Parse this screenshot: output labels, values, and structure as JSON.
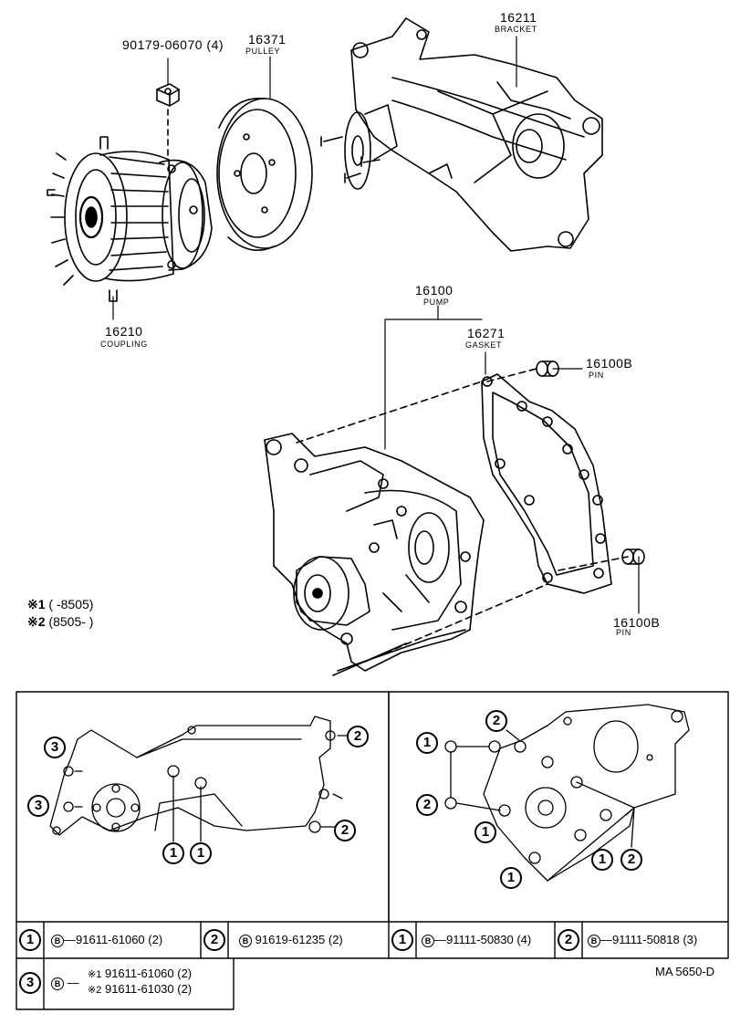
{
  "parts": {
    "bolt": {
      "number": "90179-06070 (4)"
    },
    "pulley": {
      "number": "16371",
      "name": "PULLEY"
    },
    "bracket": {
      "number": "16211",
      "name": "BRACKET"
    },
    "coupling": {
      "number": "16210",
      "name": "COUPLING"
    },
    "pump": {
      "number": "16100",
      "name": "PUMP"
    },
    "gasket": {
      "number": "16271",
      "name": "GASKET"
    },
    "pin_top": {
      "number": "16100B",
      "name": "PIN"
    },
    "pin_bottom": {
      "number": "16100B",
      "name": "PIN"
    }
  },
  "legend": {
    "mark1": "※1",
    "range1": "(      -8505)",
    "mark2": "※2",
    "range2": "(8505-         )"
  },
  "callouts": {
    "c1": "1",
    "c2": "2",
    "c3": "3"
  },
  "table": {
    "row1": [
      {
        "idx": "1",
        "code": "B",
        "text": "—91611-61060 (2)"
      },
      {
        "idx": "2",
        "code": "B",
        "text": "91619-61235 (2)"
      },
      {
        "idx": "1",
        "code": "B",
        "text": "—91111-50830 (4)"
      },
      {
        "idx": "2",
        "code": "B",
        "text": "—91111-50818 (3)"
      }
    ],
    "row2": {
      "idx": "3",
      "code": "B",
      "line1_mark": "※1",
      "line1": "91611-61060 (2)",
      "line2_mark": "※2",
      "line2": "91611-61030 (2)"
    }
  },
  "footer": {
    "code": "MA 5650-D"
  }
}
